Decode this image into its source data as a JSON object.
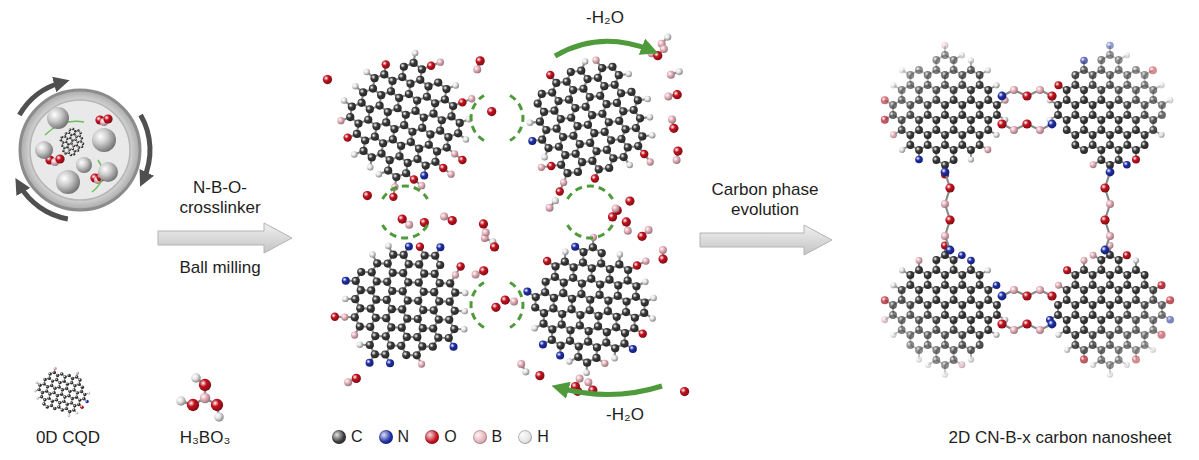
{
  "diagram": {
    "labels": [
      "-H₂O",
      "N-B-O-crosslinker",
      "Ball milling",
      "Carbon phase evolution",
      "-H₂O",
      "0D CQD",
      "H₃BO₃",
      "2D CN-B-x carbon nanosheet"
    ],
    "legend": [
      {
        "text": "C",
        "color": "#3a3a3a"
      },
      {
        "text": "N",
        "color": "#1f2fa8"
      },
      {
        "text": "O",
        "color": "#c4121f"
      },
      {
        "text": "B",
        "color": "#e9b4bd"
      },
      {
        "text": "H",
        "color": "#e6e6e6"
      }
    ]
  }
}
